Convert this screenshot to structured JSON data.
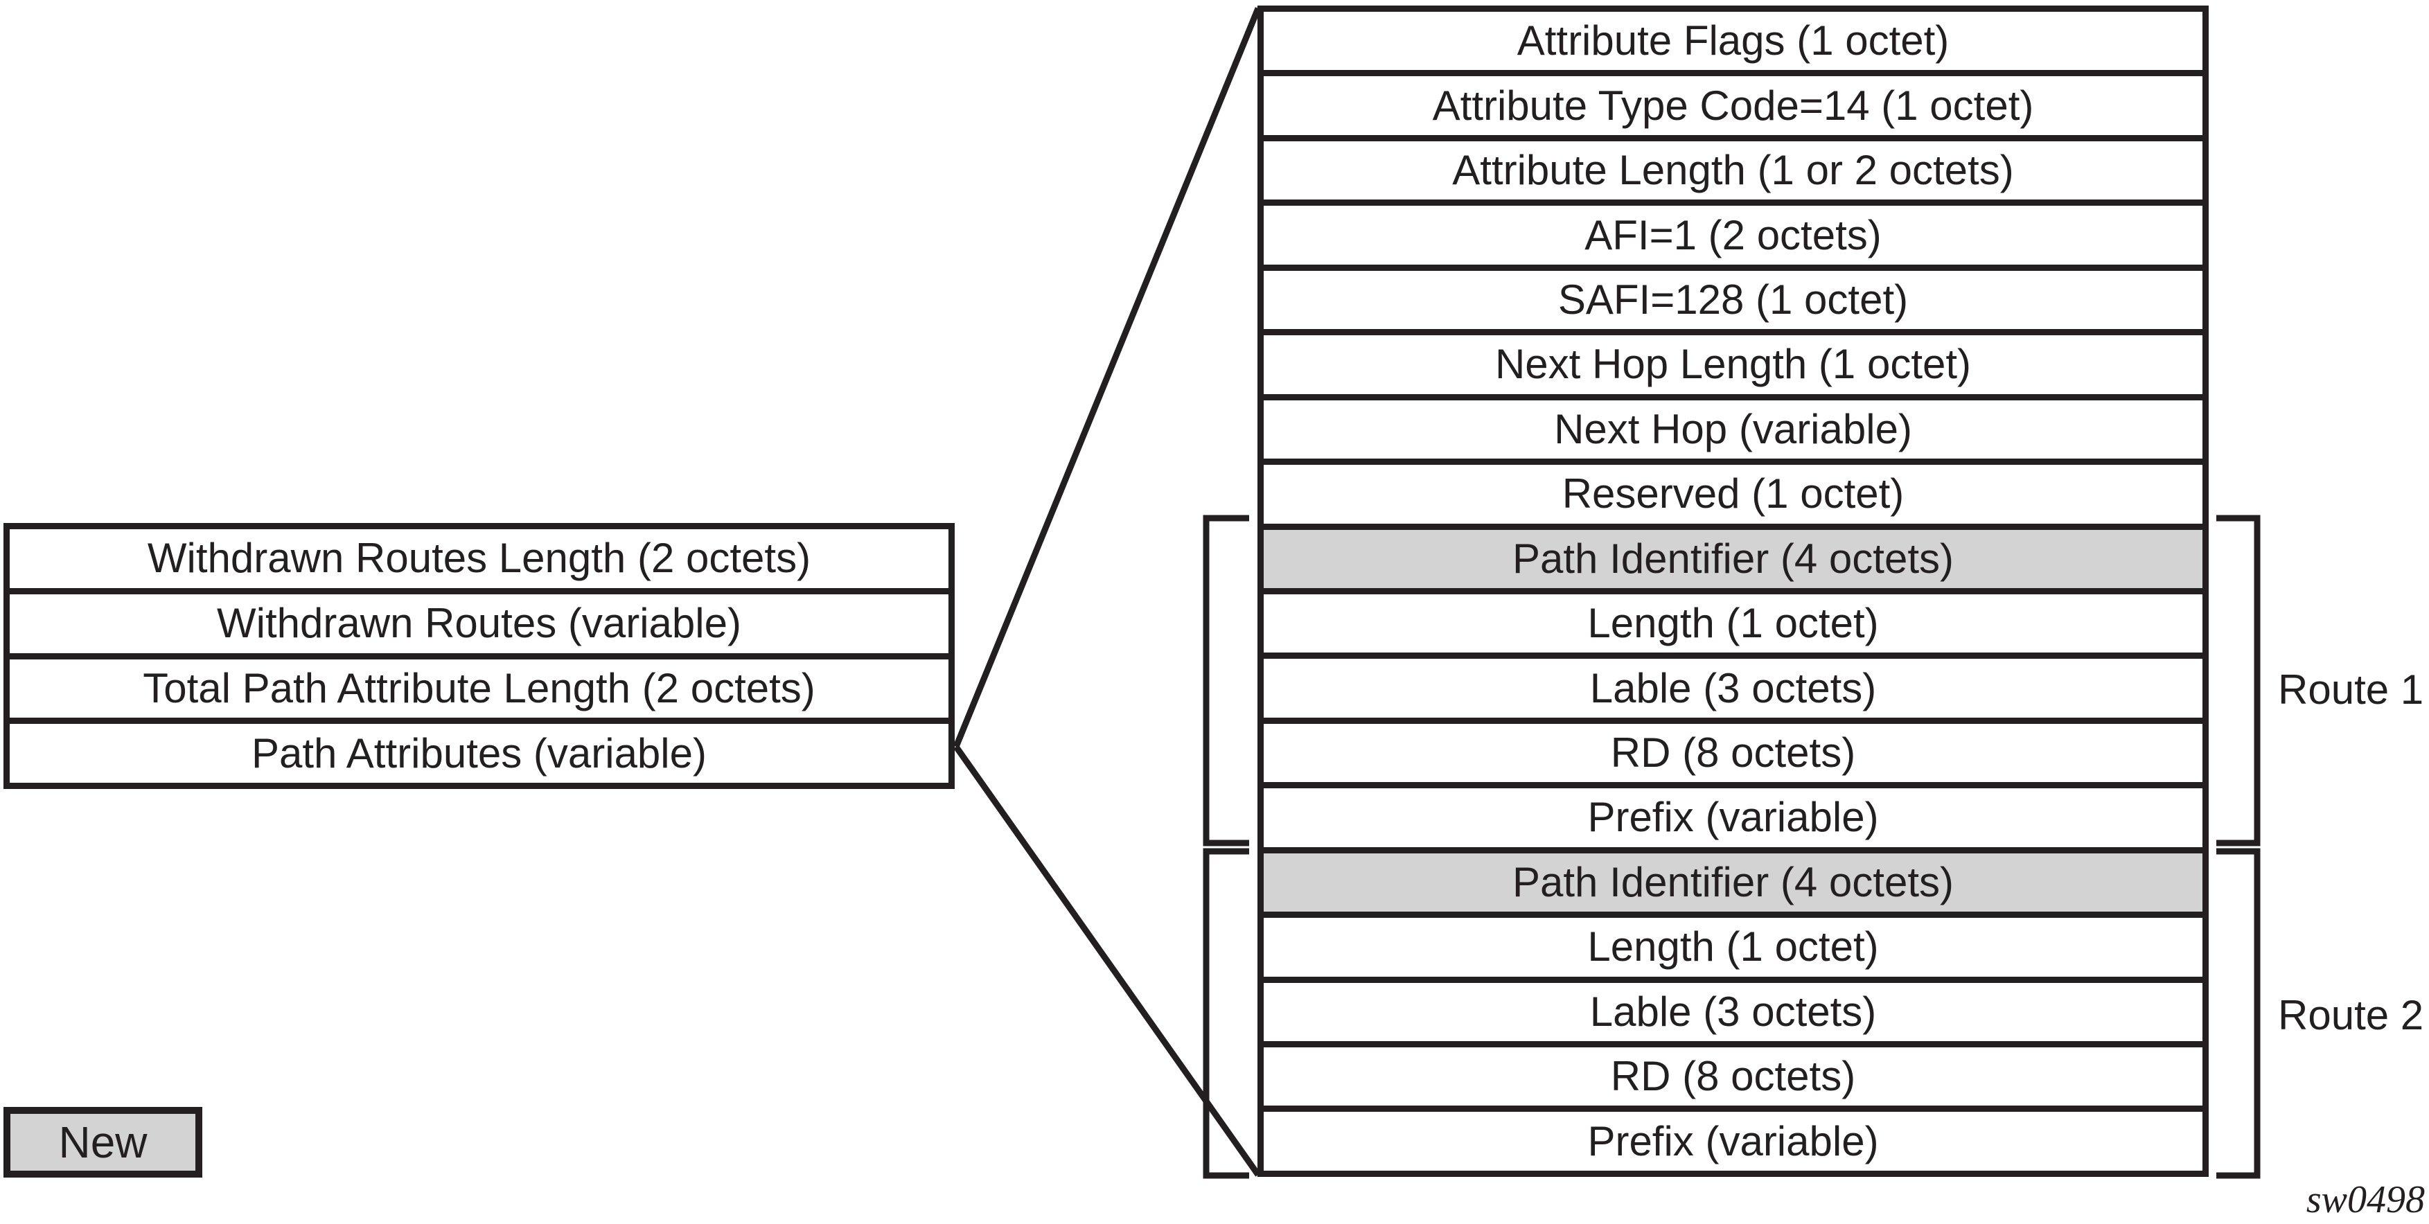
{
  "update_message_box": {
    "rows": [
      "Withdrawn Routes Length (2 octets)",
      "Withdrawn Routes (variable)",
      "Total Path Attribute Length (2 octets)",
      "Path Attributes (variable)"
    ]
  },
  "attribute_box": {
    "rows": [
      {
        "label": "Attribute Flags (1 octet)",
        "shaded": false
      },
      {
        "label": "Attribute Type Code=14 (1 octet)",
        "shaded": false
      },
      {
        "label": "Attribute Length (1 or 2 octets)",
        "shaded": false
      },
      {
        "label": "AFI=1 (2 octets)",
        "shaded": false
      },
      {
        "label": "SAFI=128 (1 octet)",
        "shaded": false
      },
      {
        "label": "Next Hop Length (1 octet)",
        "shaded": false
      },
      {
        "label": "Next Hop (variable)",
        "shaded": false
      },
      {
        "label": "Reserved (1 octet)",
        "shaded": false
      },
      {
        "label": "Path Identifier (4 octets)",
        "shaded": true
      },
      {
        "label": "Length (1 octet)",
        "shaded": false
      },
      {
        "label": "Lable (3 octets)",
        "shaded": false
      },
      {
        "label": "RD (8 octets)",
        "shaded": false
      },
      {
        "label": "Prefix (variable)",
        "shaded": false
      },
      {
        "label": "Path Identifier (4 octets)",
        "shaded": true
      },
      {
        "label": "Length (1 octet)",
        "shaded": false
      },
      {
        "label": "Lable (3 octets)",
        "shaded": false
      },
      {
        "label": "RD (8 octets)",
        "shaded": false
      },
      {
        "label": "Prefix (variable)",
        "shaded": false
      }
    ]
  },
  "route_groups": [
    {
      "label": "Route 1"
    },
    {
      "label": "Route 2"
    }
  ],
  "legend": {
    "new_label": "New"
  },
  "figure_code": "sw0498",
  "colors": {
    "shaded_fill": "#d3d3d3",
    "line": "#231f20",
    "background": "#ffffff"
  }
}
